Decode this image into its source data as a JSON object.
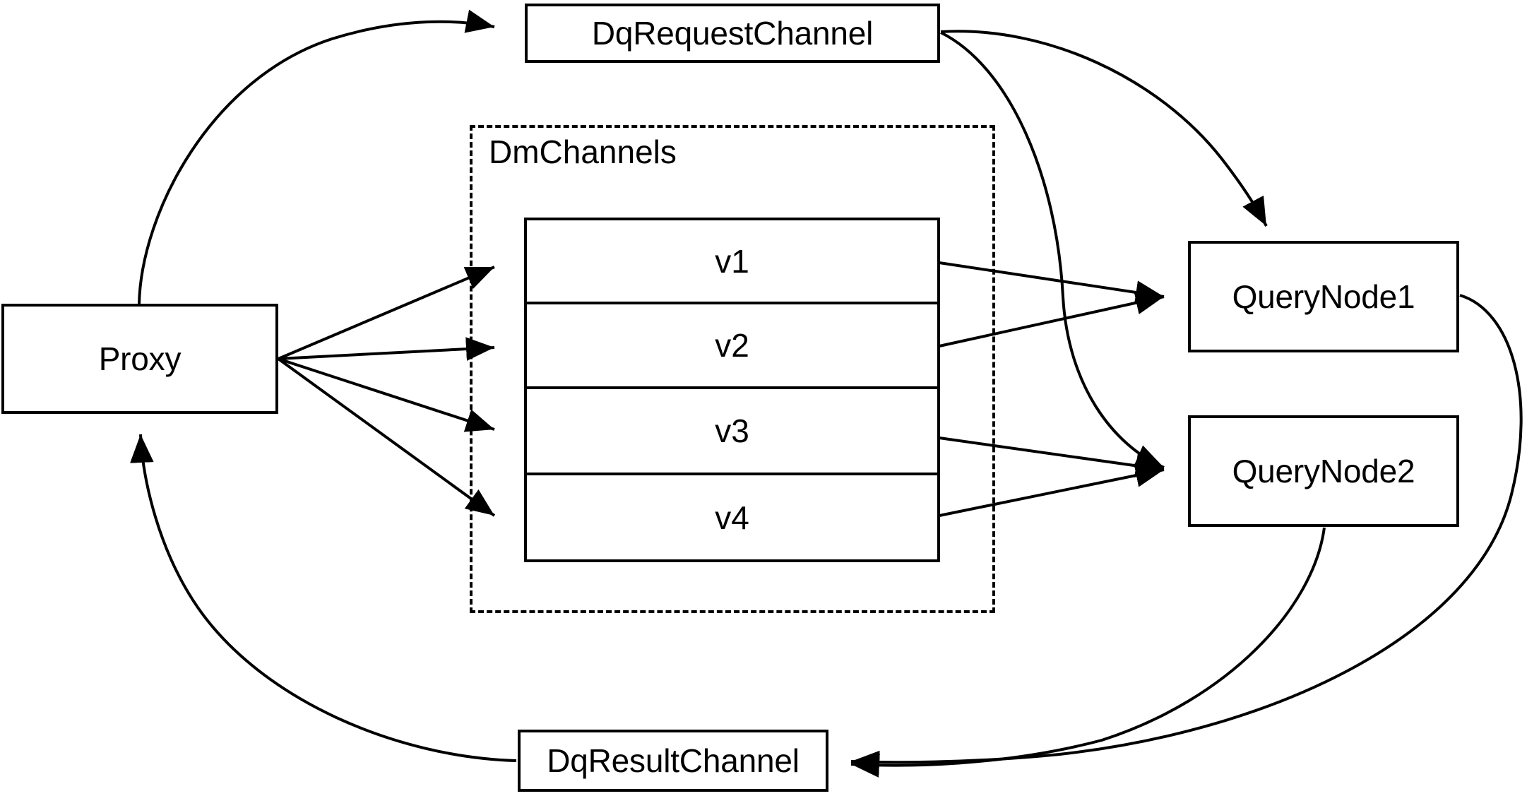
{
  "diagram": {
    "type": "architecture-flow-diagram",
    "background_color": "#ffffff",
    "stroke_color": "#000000",
    "nodes": {
      "proxy": {
        "label": "Proxy"
      },
      "dq_request_channel": {
        "label": "DqRequestChannel"
      },
      "dq_result_channel": {
        "label": "DqResultChannel"
      },
      "query_node_1": {
        "label": "QueryNode1"
      },
      "query_node_2": {
        "label": "QueryNode2"
      }
    },
    "group": {
      "label": "DmChannels",
      "style": "dashed",
      "channels": [
        {
          "label": "v1"
        },
        {
          "label": "v2"
        },
        {
          "label": "v3"
        },
        {
          "label": "v4"
        }
      ]
    },
    "edges": [
      {
        "from": "Proxy",
        "to": "DqRequestChannel",
        "style": "curved",
        "arrow": true
      },
      {
        "from": "Proxy",
        "to": "v1",
        "style": "straight",
        "arrow": true
      },
      {
        "from": "Proxy",
        "to": "v2",
        "style": "straight",
        "arrow": true
      },
      {
        "from": "Proxy",
        "to": "v3",
        "style": "straight",
        "arrow": true
      },
      {
        "from": "Proxy",
        "to": "v4",
        "style": "straight",
        "arrow": true
      },
      {
        "from": "v1",
        "to": "QueryNode1",
        "style": "straight",
        "arrow": true
      },
      {
        "from": "v2",
        "to": "QueryNode1",
        "style": "straight",
        "arrow": true
      },
      {
        "from": "v3",
        "to": "QueryNode2",
        "style": "straight",
        "arrow": true
      },
      {
        "from": "v4",
        "to": "QueryNode2",
        "style": "straight",
        "arrow": true
      },
      {
        "from": "DqRequestChannel",
        "to": "QueryNode1",
        "style": "curved",
        "arrow": true
      },
      {
        "from": "DqRequestChannel",
        "to": "QueryNode2",
        "style": "curved",
        "arrow": true
      },
      {
        "from": "QueryNode1",
        "to": "DqResultChannel",
        "style": "curved",
        "arrow": true
      },
      {
        "from": "QueryNode2",
        "to": "DqResultChannel",
        "style": "curved",
        "arrow": true
      },
      {
        "from": "DqResultChannel",
        "to": "Proxy",
        "style": "curved",
        "arrow": true
      }
    ]
  }
}
